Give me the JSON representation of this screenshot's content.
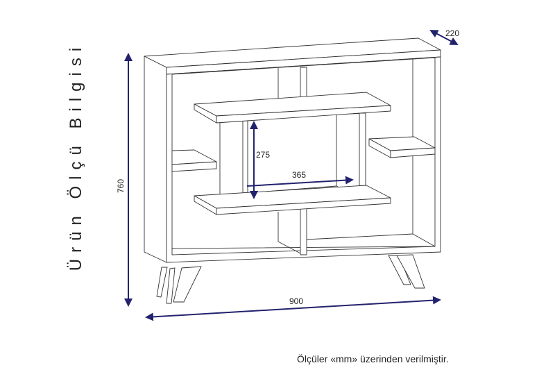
{
  "title": "Ürün Ölçü Bilgisi",
  "note": "Ölçüler «mm» üzerinden verilmiştir.",
  "dimensions": {
    "width": "900",
    "height": "760",
    "depth": "220",
    "inner_height": "275",
    "inner_width": "365"
  },
  "colors": {
    "dimension_arrow": "#22226e",
    "outline": "#333333"
  }
}
